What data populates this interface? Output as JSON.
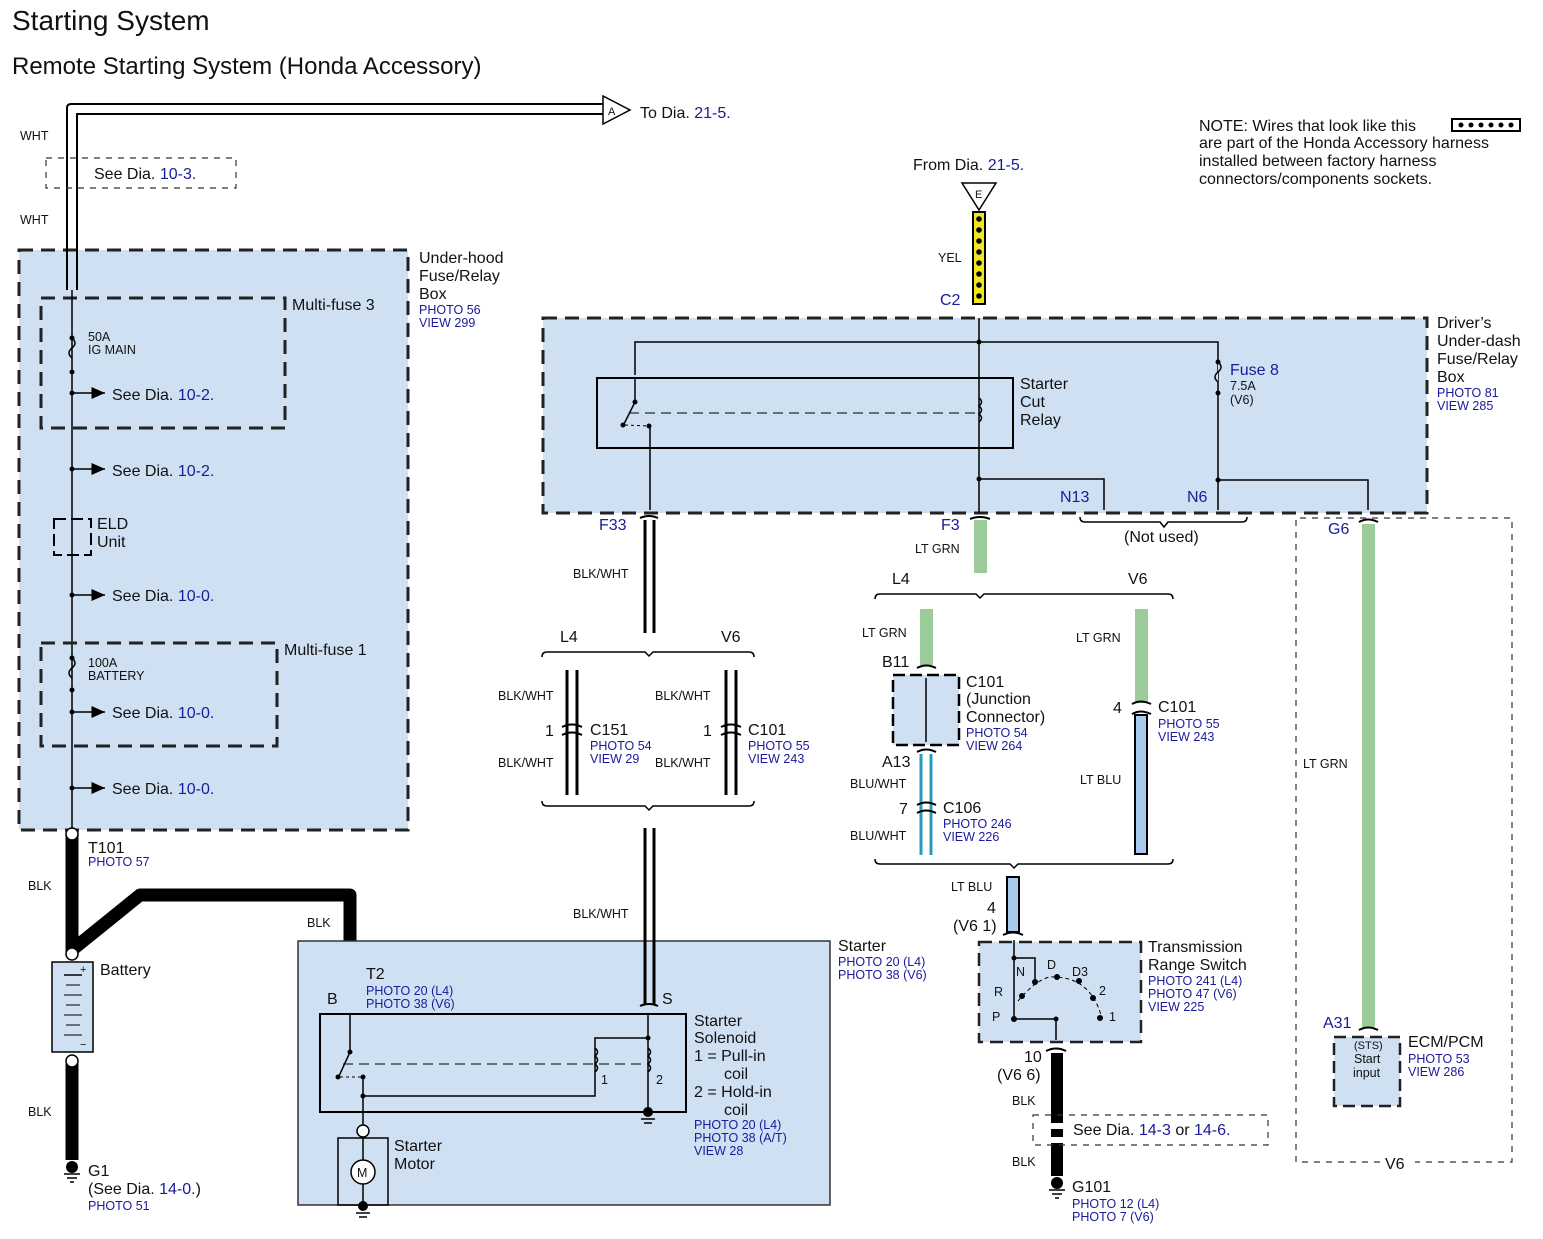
{
  "title": "Starting System",
  "subtitle": "Remote Starting System (Honda Accessory)",
  "note": {
    "line1": "NOTE: Wires that look like this",
    "line2": "are part of the Honda Accessory harness",
    "line3": "installed between factory harness",
    "line4": "connectors/components sockets."
  },
  "common": {
    "see_dia": "See Dia.",
    "photo": "PHOTO",
    "view": "VIEW"
  },
  "top_link": {
    "connector": "A",
    "text": "To Dia.",
    "ref": "21-5."
  },
  "wht_wire": {
    "color_top": "WHT",
    "color_bottom": "WHT",
    "see_dia": "See Dia.",
    "ref": "10-3."
  },
  "underhood_box": {
    "name_l1": "Under-hood",
    "name_l2": "Fuse/Relay",
    "name_l3": "Box",
    "photo": "PHOTO 56",
    "view": "VIEW 299",
    "multifuse3": {
      "name": "Multi-fuse 3",
      "rating": "50A",
      "circuit": "IG MAIN",
      "see": "See Dia.",
      "ref": "10-2."
    },
    "branch1": {
      "see": "See Dia.",
      "ref": "10-2."
    },
    "eld": {
      "l1": "ELD",
      "l2": "Unit"
    },
    "branch2": {
      "see": "See Dia.",
      "ref": "10-0."
    },
    "multifuse1": {
      "name": "Multi-fuse 1",
      "rating": "100A",
      "circuit": "BATTERY",
      "see": "See Dia.",
      "ref": "10-0."
    },
    "branch3": {
      "see": "See Dia.",
      "ref": "10-0."
    }
  },
  "t101": {
    "name": "T101",
    "photo": "PHOTO 57"
  },
  "battery": {
    "name": "Battery",
    "wire_top": "BLK",
    "wire_bottom": "BLK",
    "plus": "+",
    "minus": "−"
  },
  "g1": {
    "name": "G1",
    "see_pre": "(See Dia.",
    "ref": "14-0.",
    "see_post": ")",
    "photo": "PHOTO 51"
  },
  "starter": {
    "name": "Starter",
    "photo_l4": "PHOTO 20 (L4)",
    "photo_v6": "PHOTO 38 (V6)",
    "wire_blk": "BLK",
    "t2": {
      "name": "T2",
      "photo_l4": "PHOTO 20 (L4)",
      "photo_v6": "PHOTO 38 (V6)",
      "terminal": "B"
    },
    "s_terminal": "S",
    "solenoid": {
      "l1": "Starter",
      "l2": "Solenoid",
      "l3": "1 = Pull-in",
      "l4": "coil",
      "l5": "2 = Hold-in",
      "l6": "coil",
      "photo_l4": "PHOTO 20 (L4)",
      "photo_at": "PHOTO 38 (A/T)",
      "view": "VIEW 28",
      "coil1": "1",
      "coil2": "2"
    },
    "motor": {
      "l1": "Starter",
      "l2": "Motor",
      "symbol": "M"
    }
  },
  "from_link": {
    "text": "From Dia.",
    "ref": "21-5.",
    "connector": "E",
    "wire": "YEL",
    "pin": "C2"
  },
  "underdash_box": {
    "name_l1": "Driver’s",
    "name_l2": "Under-dash",
    "name_l3": "Fuse/Relay",
    "name_l4": "Box",
    "photo": "PHOTO 81",
    "view": "VIEW 285",
    "relay": {
      "l1": "Starter",
      "l2": "Cut",
      "l3": "Relay"
    },
    "fuse8": {
      "name": "Fuse 8",
      "rating": "7.5A",
      "variant": "(V6)"
    },
    "pins": {
      "f33": "F33",
      "f3": "F3",
      "n13": "N13",
      "n6": "N6",
      "g6": "G6"
    },
    "not_used": "(Not used)"
  },
  "blkwht_branch": {
    "wire_top": "BLK/WHT",
    "l4": "L4",
    "v6": "V6",
    "c151": {
      "pin": "1",
      "name": "C151",
      "photo": "PHOTO 54",
      "view": "VIEW 29",
      "wire_up": "BLK/WHT",
      "wire_down": "BLK/WHT"
    },
    "c101": {
      "pin": "1",
      "name": "C101",
      "photo": "PHOTO 55",
      "view": "VIEW 243",
      "wire_up": "BLK/WHT",
      "wire_down": "BLK/WHT"
    },
    "wire_bottom": "BLK/WHT"
  },
  "ltgrn_branch": {
    "wire_top": "LT GRN",
    "l4": "L4",
    "v6": "V6",
    "l4_path": {
      "wire1": "LT GRN",
      "pin_in": "B11",
      "jc_l1": "C101",
      "jc_l2": "(Junction",
      "jc_l3": "Connector)",
      "photo": "PHOTO 54",
      "view": "VIEW 264",
      "pin_out": "A13",
      "wire2": "BLU/WHT",
      "c106_pin": "7",
      "c106": "C106",
      "c106_photo": "PHOTO 246",
      "c106_view": "VIEW 226",
      "wire3": "BLU/WHT"
    },
    "v6_path": {
      "wire1": "LT GRN",
      "pin": "4",
      "name": "C101",
      "photo": "PHOTO 55",
      "view": "VIEW 243",
      "wire2": "LT BLU"
    },
    "wire_bottom": "LT BLU"
  },
  "trs": {
    "pin_top_l1": "4",
    "pin_top_l2": "(V6 1)",
    "name_l1": "Transmission",
    "name_l2": "Range Switch",
    "photo_l4": "PHOTO 241 (L4)",
    "photo_v6": "PHOTO 47 (V6)",
    "view": "VIEW 225",
    "positions": [
      "P",
      "R",
      "N",
      "D",
      "D3",
      "2",
      "1"
    ],
    "pin_bot_l1": "10",
    "pin_bot_l2": "(V6 6)",
    "wire_blk1": "BLK",
    "wire_blk2": "BLK",
    "see": "See Dia.",
    "ref1": "14-3",
    "or": "or",
    "ref2": "14-6."
  },
  "g101": {
    "name": "G101",
    "photo_l4": "PHOTO 12 (L4)",
    "photo_v6": "PHOTO 7 (V6)"
  },
  "ecm": {
    "variant": "V6",
    "wire": "LT GRN",
    "pin": "A31",
    "inner_l1": "(STS)",
    "inner_l2": "Start",
    "inner_l3": "input",
    "name": "ECM/PCM",
    "photo": "PHOTO 53",
    "view": "VIEW 286"
  },
  "colors": {
    "box_fill": "#cfe0f3",
    "link_blue": "#1a1a9a",
    "lt_grn": "#9acb98",
    "lt_blu": "#a9c9ef",
    "blu_wht": "#2a9ac0",
    "yel": "#f2e622"
  }
}
